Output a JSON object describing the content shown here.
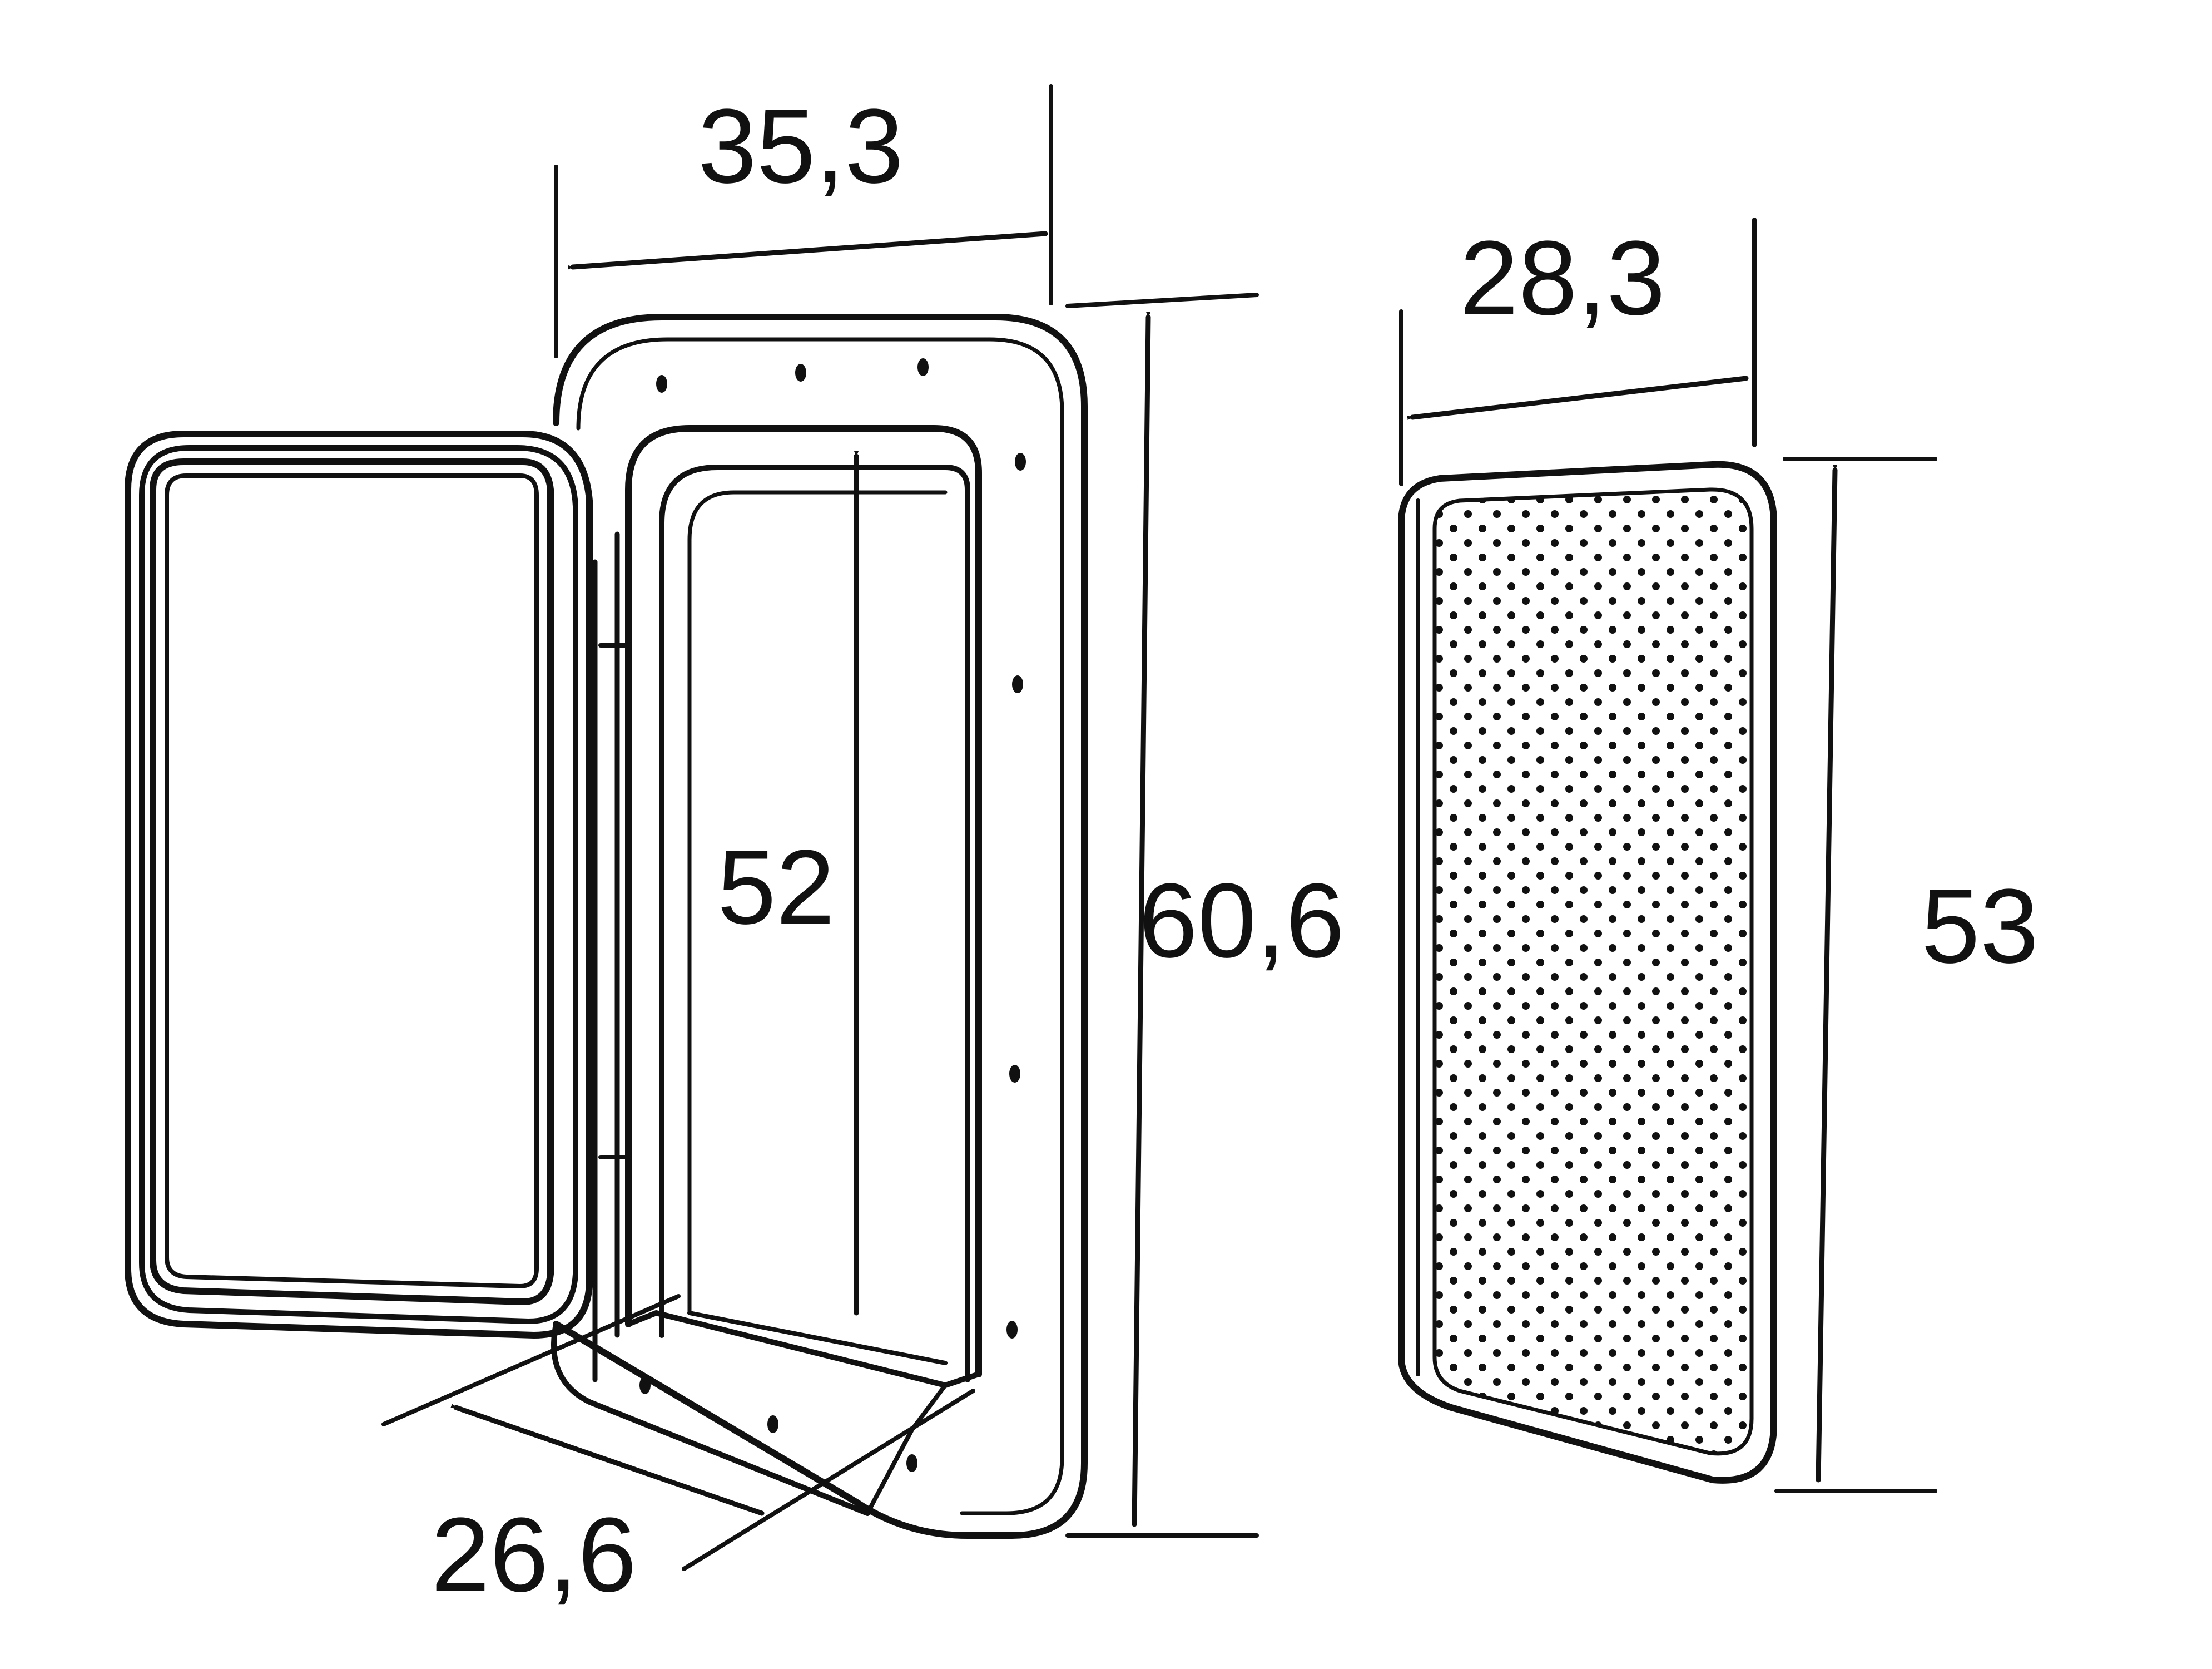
{
  "dimensions": {
    "frame_width": "35,3",
    "frame_height": "60,6",
    "opening_height": "52",
    "depth": "26,6",
    "cover_width": "28,3",
    "cover_height": "53"
  },
  "colors": {
    "ink": "#111111",
    "background": "#ffffff"
  }
}
